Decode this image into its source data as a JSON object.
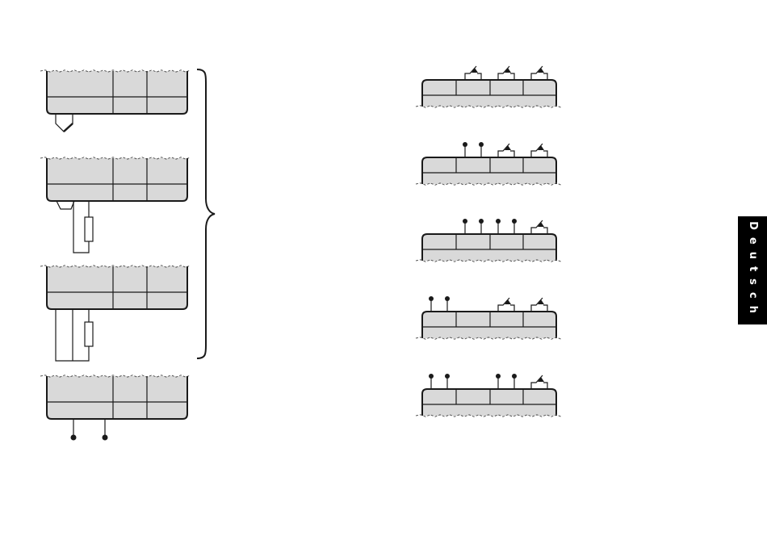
{
  "language_tab": {
    "label": "Deutsch"
  },
  "colors": {
    "ink": "#1a1a1a",
    "dash": "#555555",
    "fill": "#d9d9d9",
    "tab_bg": "#000000",
    "tab_text": "#ffffff"
  },
  "left_panels": [
    {
      "variant": "probe"
    },
    {
      "variant": "probe-resistor"
    },
    {
      "variant": "dual-lead-resistor"
    },
    {
      "variant": "two-pins"
    }
  ],
  "right_panels": [
    {
      "slots": [
        "",
        "switch",
        "switch",
        "switch"
      ]
    },
    {
      "slots": [
        "",
        "dual-pin",
        "switch",
        "switch"
      ]
    },
    {
      "slots": [
        "",
        "dual-pin",
        "dual-pin",
        "switch"
      ]
    },
    {
      "slots": [
        "dual-pin",
        "",
        "switch",
        "switch"
      ]
    },
    {
      "slots": [
        "dual-pin",
        "",
        "dual-pin",
        "switch"
      ]
    }
  ]
}
